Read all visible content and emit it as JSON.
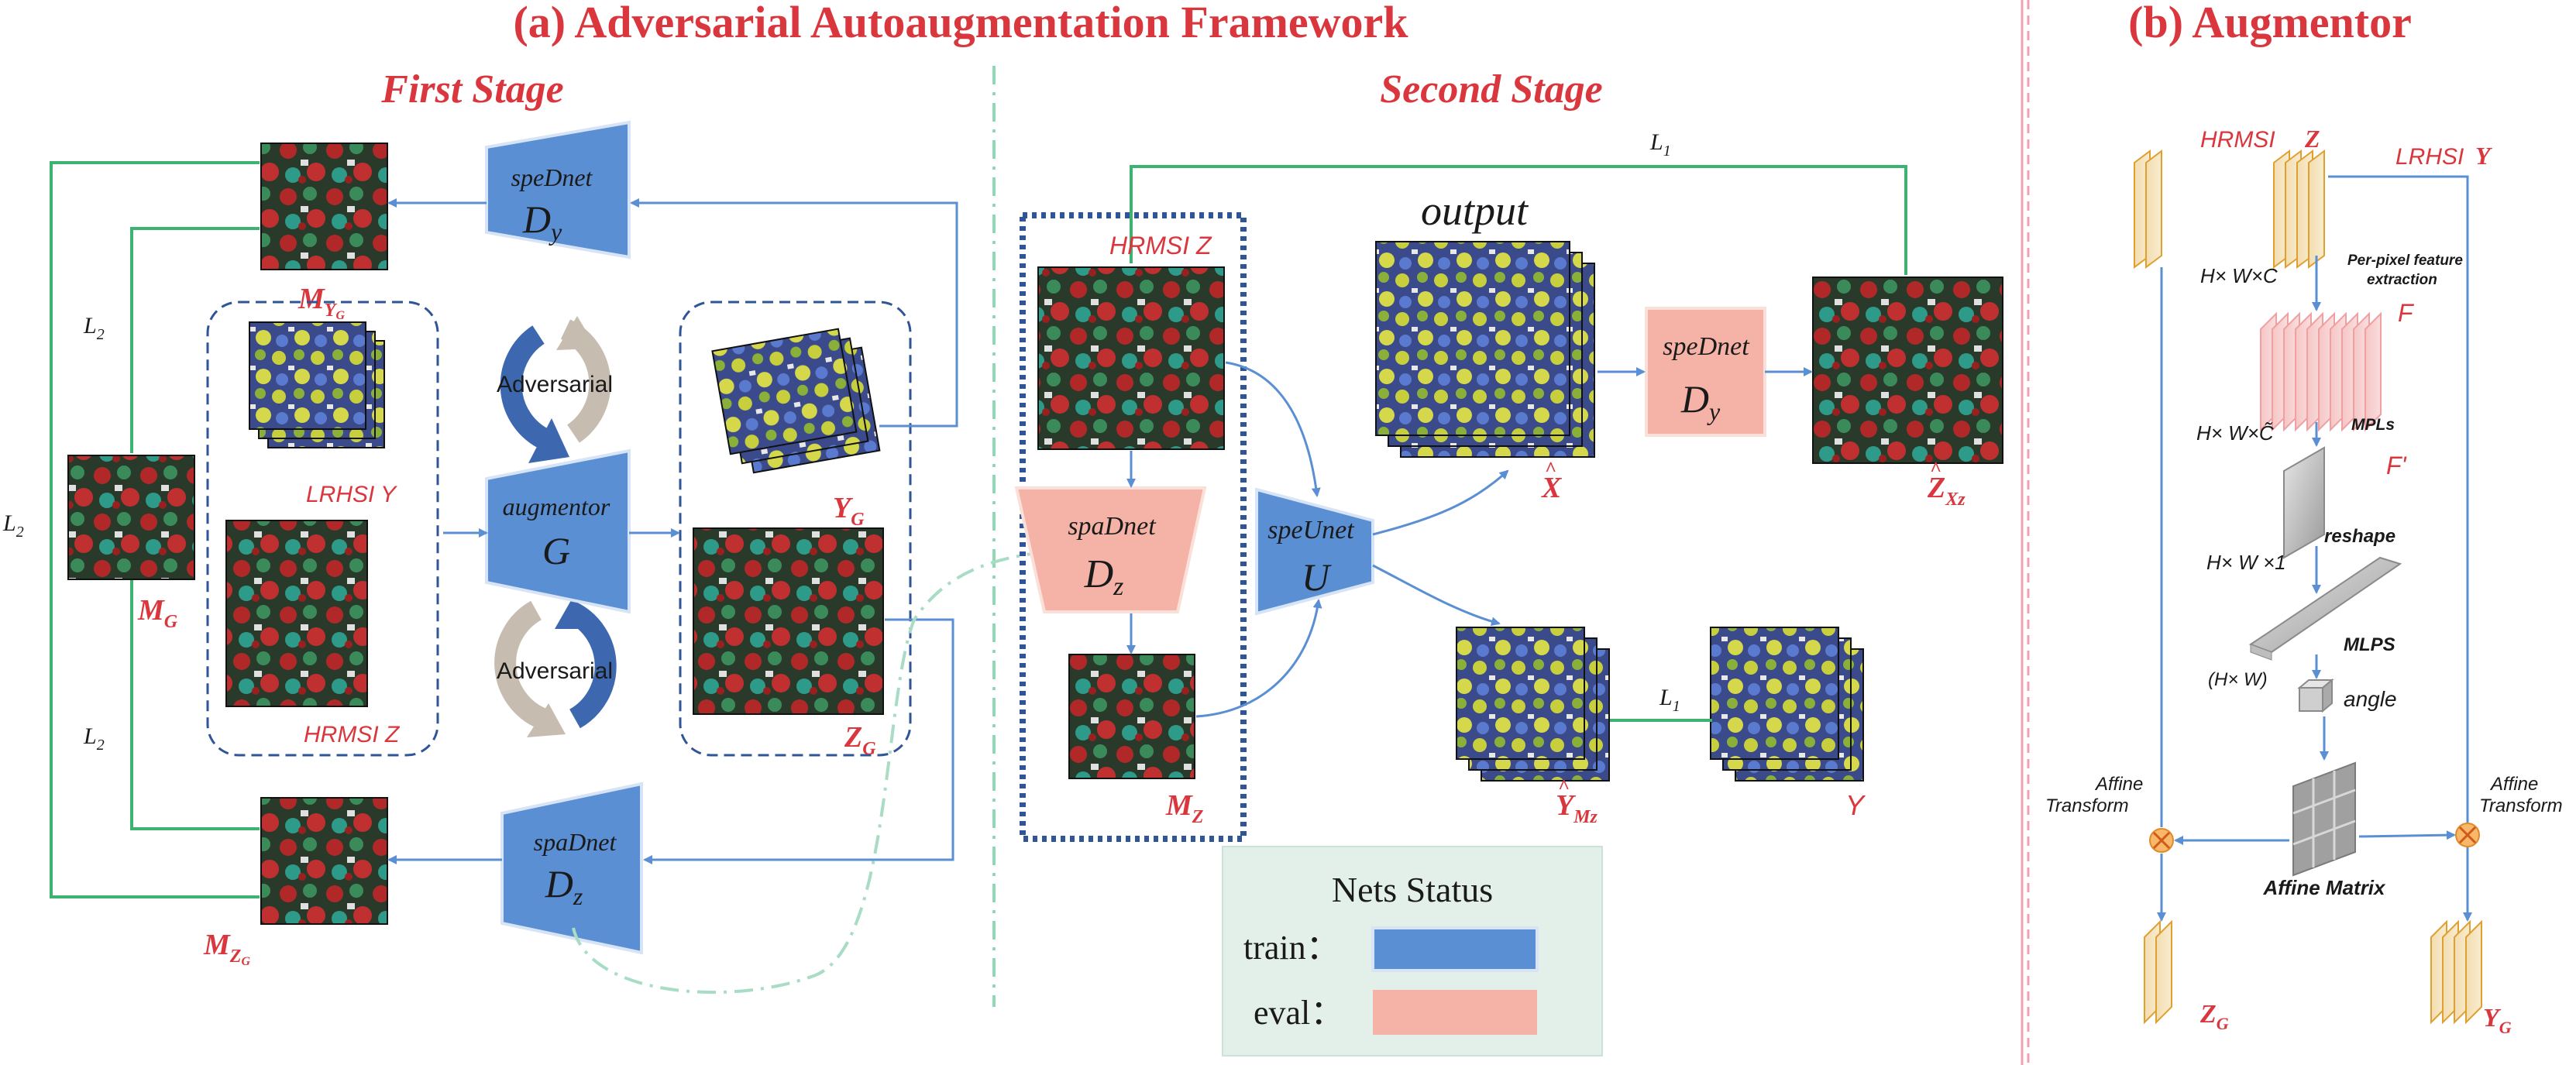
{
  "titles": {
    "panel_a": "(a) Adversarial Autoaugmentation Framework",
    "panel_b": "(b) Augmentor",
    "first_stage": "First Stage",
    "second_stage": "Second Stage",
    "output": "output"
  },
  "first_stage": {
    "m_yg": {
      "main": "M",
      "sub": "Y",
      "subsub": "G"
    },
    "m_g": {
      "main": "M",
      "sub": "G"
    },
    "m_zg": {
      "main": "M",
      "sub": "Z",
      "subsub": "G"
    },
    "lrhsi_y": "LRHSI Y",
    "hrmsi_z": "HRMSI Z",
    "y_g": {
      "main": "Y",
      "sub": "G"
    },
    "z_g": {
      "main": "Z",
      "sub": "G"
    },
    "adversarial_1": "Adversarial",
    "adversarial_2": "Adversarial",
    "l2_top": "L",
    "l2_top_sub": "2",
    "l2_left": "L",
    "l2_left_sub": "2",
    "l2_bottom": "L",
    "l2_bottom_sub": "2",
    "spednet": {
      "name": "speDnet",
      "sym": "D",
      "sub": "y"
    },
    "augmentor": {
      "name": "augmentor",
      "sym": "G"
    },
    "spadnet": {
      "name": "spaDnet",
      "sym": "D",
      "sub": "z"
    }
  },
  "second_stage": {
    "hrmsi_z": "HRMSI Z",
    "m_z": {
      "main": "M",
      "sub": "Z"
    },
    "spadnet": {
      "name": "spaDnet",
      "sym": "D",
      "sub": "z"
    },
    "speunet": {
      "name": "speUnet",
      "sym": "U"
    },
    "spednet": {
      "name": "speDnet",
      "sym": "D",
      "sub": "y"
    },
    "x_hat": "X",
    "z_hat_xz": {
      "main": "Z",
      "sub": "Xz"
    },
    "y_hat_mz": {
      "main": "Y",
      "sub": "Mz"
    },
    "y": "Y",
    "l1_top": "L",
    "l1_top_sub": "1",
    "l1_mid": "L",
    "l1_mid_sub": "1"
  },
  "legend": {
    "title": "Nets Status",
    "train_label": "train：",
    "eval_label": "eval：",
    "train_color": "#5b8fd3",
    "eval_color": "#f4b3a6",
    "bg_color": "#e3efe9"
  },
  "augmentor_panel": {
    "hrmsi_z": "HRMSI",
    "hrmsi_z_var": "Z",
    "lrhsi_y": "LRHSI",
    "lrhsi_y_var": "Y",
    "dim_hwc": "H× W×C",
    "per_pixel": "Per-pixel feature",
    "extraction": "extraction",
    "f": "F",
    "dim_hwc_tilde": "H× W×C̃",
    "mpls_small": "MPLs",
    "f_prime": "F'",
    "reshape": "reshape",
    "dim_hw1": "H× W ×1",
    "mlps": "MLPS",
    "dim_hw": "(H× W)",
    "angle": "angle",
    "affine_left_1": "Affine",
    "affine_left_2": "Transform",
    "affine_right_1": "Affine",
    "affine_right_2": "Transform",
    "affine_matrix": "Affine Matrix",
    "z_g": {
      "main": "Z",
      "sub": "G"
    },
    "y_g": {
      "main": "Y",
      "sub": "G"
    }
  },
  "colors": {
    "title_red": "#d9373d",
    "net_blue": "#5b8fd3",
    "net_pink": "#f4b3a6",
    "arrow_blue": "#5b8fd3",
    "green_line": "#3cb371",
    "dashed_box": "#2f5597",
    "divider_red": "#f0a0b0",
    "divider_green": "#8fd9b6"
  }
}
